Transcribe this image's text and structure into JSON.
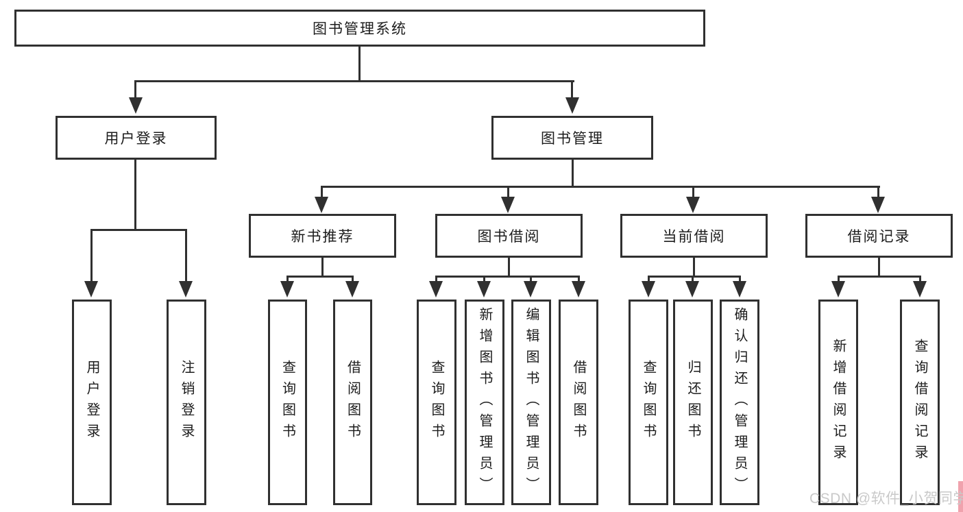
{
  "tree": {
    "root": {
      "label": "图书管理系统"
    },
    "branches": [
      {
        "label": "用户登录",
        "children": [
          {
            "label": "用户登录"
          },
          {
            "label": "注销登录"
          }
        ]
      },
      {
        "label": "图书管理",
        "children": [
          {
            "label": "新书推荐",
            "children": [
              {
                "label": "查询图书"
              },
              {
                "label": "借阅图书"
              }
            ]
          },
          {
            "label": "图书借阅",
            "children": [
              {
                "label": "查询图书"
              },
              {
                "label": "新增图书（管理员）"
              },
              {
                "label": "编辑图书（管理员）"
              },
              {
                "label": "借阅图书"
              }
            ]
          },
          {
            "label": "当前借阅",
            "children": [
              {
                "label": "查询图书"
              },
              {
                "label": "归还图书"
              },
              {
                "label": "确认归还（管理员）"
              }
            ]
          },
          {
            "label": "借阅记录",
            "children": [
              {
                "label": "新增借阅记录"
              },
              {
                "label": "查询借阅记录"
              }
            ]
          }
        ]
      }
    ]
  },
  "watermark": {
    "text": "CSDN @软件_小贺同学"
  },
  "colors": {
    "line": "#303030",
    "text": "#1c1c1c",
    "box_fill": "#ffffff",
    "watermark_text": "#c9c9c9",
    "edge_accent": "#f0a2ad"
  }
}
